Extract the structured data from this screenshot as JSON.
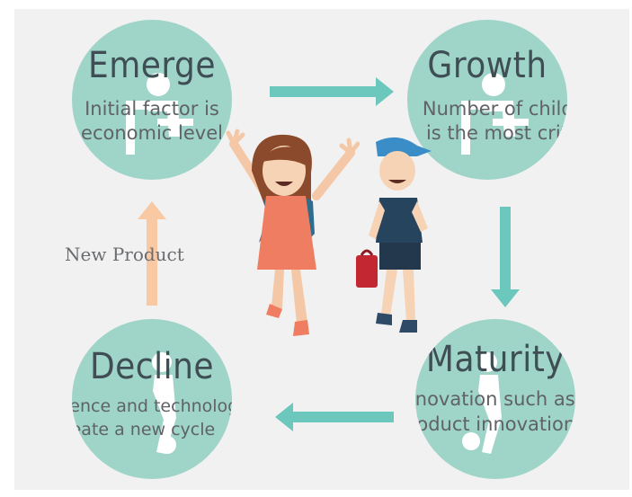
{
  "stages": [
    {
      "title": "Emerge",
      "desc_line1": "Initial factor is",
      "desc_line2": "economic level"
    },
    {
      "title": "Growth",
      "desc_line1": "Number of children",
      "desc_line2": "is the most critical"
    },
    {
      "title": "Maturity",
      "desc_line1": "Innovation such as",
      "desc_line2": "product innovation"
    },
    {
      "title": "Decline",
      "desc_line1": "Science and technology",
      "desc_line2": "create a new cycle"
    }
  ],
  "edge_label": "New Product",
  "colors": {
    "circle": "#9fd4c8",
    "arrow_teal": "#6cc8bd",
    "arrow_peach": "#f9c9a3",
    "panel": "#f1f1f1"
  }
}
